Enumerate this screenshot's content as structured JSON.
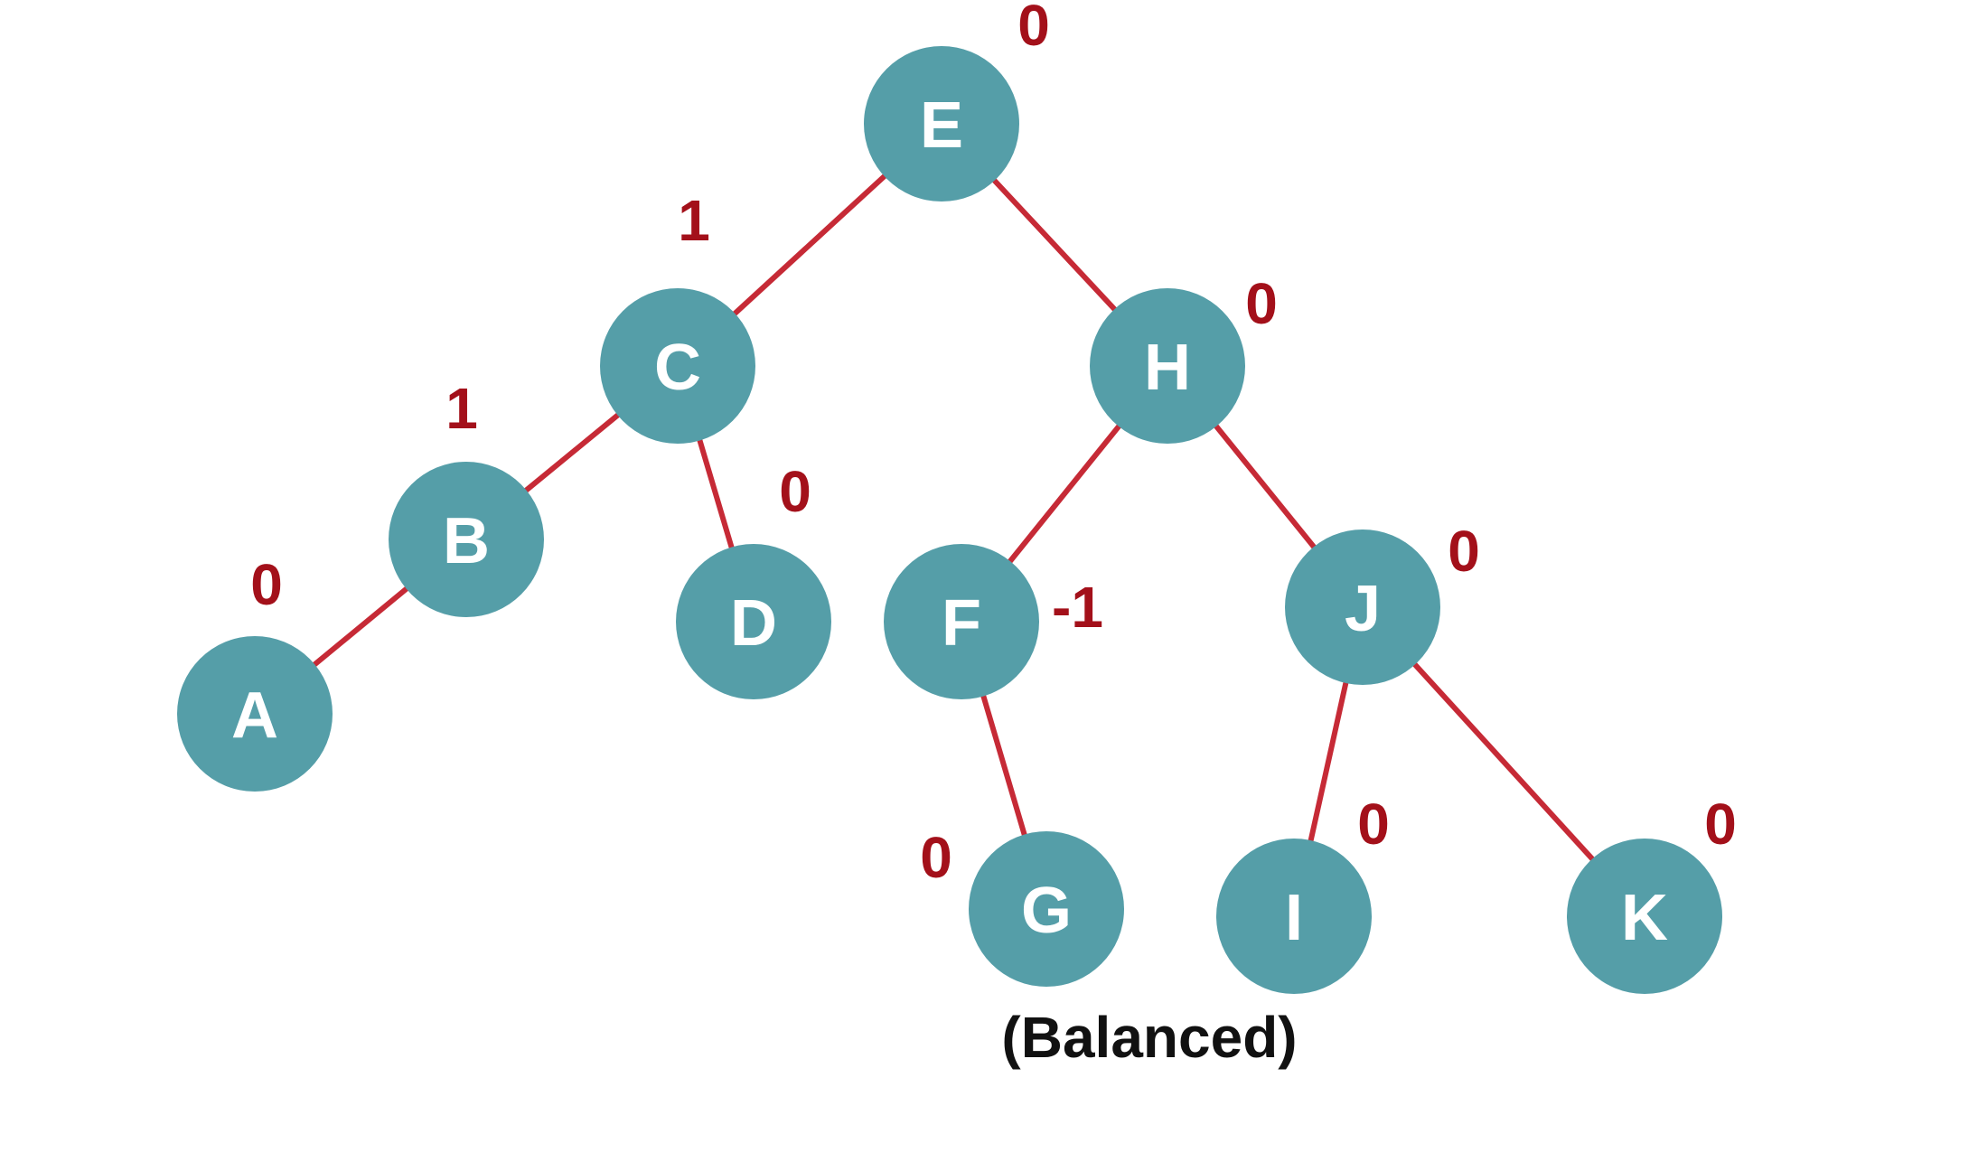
{
  "colors": {
    "node": "#559ea8",
    "edge": "#c62a36",
    "balance": "#a3101a",
    "caption": "#111111"
  },
  "nodes": [
    {
      "id": "E",
      "label": "E",
      "balance": "0"
    },
    {
      "id": "C",
      "label": "C",
      "balance": "1"
    },
    {
      "id": "H",
      "label": "H",
      "balance": "0"
    },
    {
      "id": "B",
      "label": "B",
      "balance": "1"
    },
    {
      "id": "D",
      "label": "D",
      "balance": "0"
    },
    {
      "id": "F",
      "label": "F",
      "balance": "-1"
    },
    {
      "id": "J",
      "label": "J",
      "balance": "0"
    },
    {
      "id": "A",
      "label": "A",
      "balance": "0"
    },
    {
      "id": "G",
      "label": "G",
      "balance": "0"
    },
    {
      "id": "I",
      "label": "I",
      "balance": "0"
    },
    {
      "id": "K",
      "label": "K",
      "balance": "0"
    }
  ],
  "edges": [
    [
      "E",
      "C"
    ],
    [
      "E",
      "H"
    ],
    [
      "C",
      "B"
    ],
    [
      "C",
      "D"
    ],
    [
      "B",
      "A"
    ],
    [
      "H",
      "F"
    ],
    [
      "H",
      "J"
    ],
    [
      "F",
      "G"
    ],
    [
      "J",
      "I"
    ],
    [
      "J",
      "K"
    ]
  ],
  "caption": "(Balanced)"
}
